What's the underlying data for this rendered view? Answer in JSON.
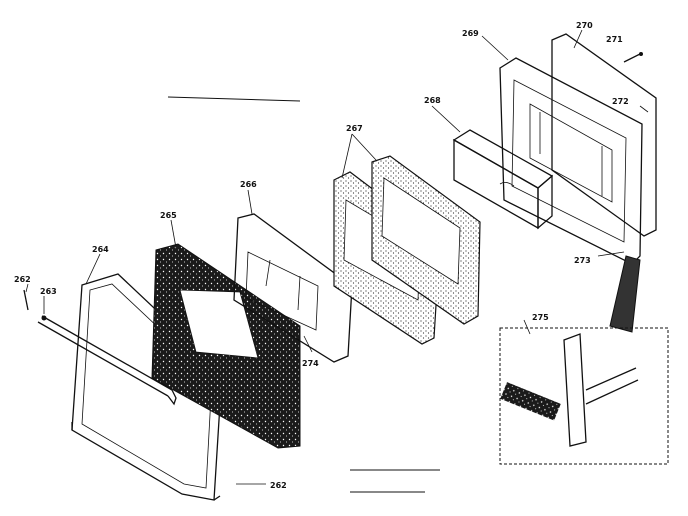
{
  "diagram": {
    "labels": {
      "p262a": "262",
      "p262b": "262",
      "p263": "263",
      "p264": "264",
      "p265": "265",
      "p266": "266",
      "p267": "267",
      "p268": "268",
      "p269": "269",
      "p270": "270",
      "p271": "271",
      "p272": "272",
      "p273": "273",
      "p274": "274",
      "p275": "275"
    }
  }
}
